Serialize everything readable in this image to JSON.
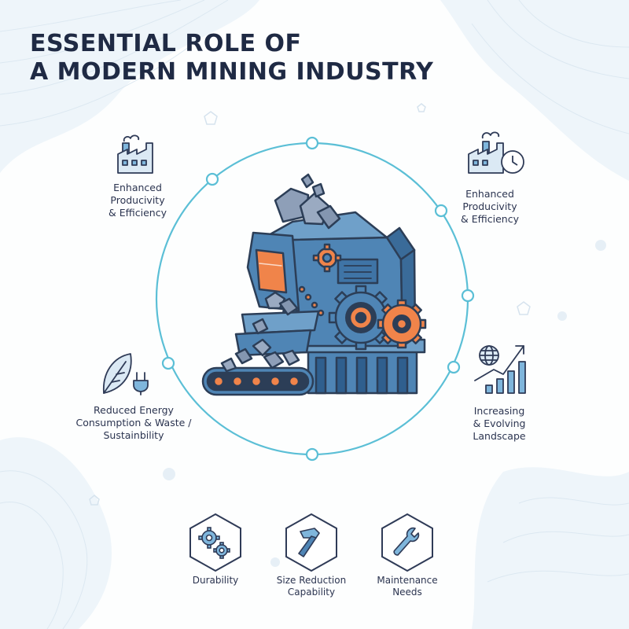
{
  "title": {
    "line1": "ESSENTIAL ROLE OF",
    "line2": "A MODERN MINING INDUSTRY"
  },
  "benefits": [
    {
      "id": "top-left",
      "icon": "factory-icon",
      "lines": [
        "Enhanced",
        "Producivity",
        "& Efficiency"
      ]
    },
    {
      "id": "top-right",
      "icon": "factory-clock-icon",
      "lines": [
        "Enhanced",
        "Producivity",
        "& Efficiency"
      ]
    },
    {
      "id": "mid-left",
      "icon": "leaf-plug-icon",
      "lines": [
        "Reduced Energy",
        "Consumption & Waste /",
        "Sustainbility"
      ]
    },
    {
      "id": "mid-right",
      "icon": "globe-growth-chart-icon",
      "lines": [
        "Increasing",
        "& Evolving",
        "Landscape"
      ]
    }
  ],
  "features": [
    {
      "id": "durability",
      "icon": "gears-icon",
      "lines": [
        "Durability"
      ]
    },
    {
      "id": "size-reduction",
      "icon": "hammer-icon",
      "lines": [
        "Size Reduction",
        "Capability"
      ]
    },
    {
      "id": "maintenance",
      "icon": "wrench-icon",
      "lines": [
        "Maintenance",
        "Needs"
      ]
    }
  ],
  "colors": {
    "ring": "#5bbfd6",
    "machine_blue": "#4f85b5",
    "machine_dark": "#2c3e57",
    "accent_orange": "#f0844a",
    "icon_stroke": "#2f3b57",
    "icon_fill": "#7fb6dc"
  }
}
